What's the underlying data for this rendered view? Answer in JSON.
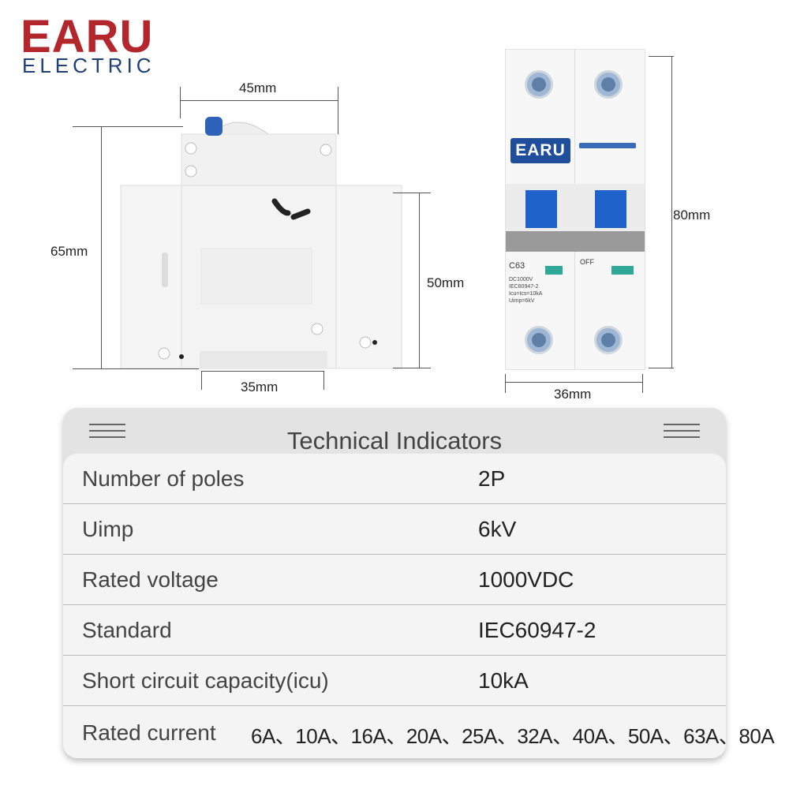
{
  "brand": {
    "name": "EARU",
    "tagline": "ELECTRIC"
  },
  "dimensions": {
    "width_top": "45mm",
    "height_left": "65mm",
    "height_mid": "50mm",
    "rail_width": "35mm",
    "front_height": "80mm",
    "front_width": "36mm"
  },
  "device_label": {
    "brand": "EARU",
    "model": "C63",
    "voltage": "DC1000V",
    "standard": "IEC60947-2",
    "capacity": "Icu=Ics=10kA",
    "uimp": "Uimp=6kV",
    "off": "OFF"
  },
  "table": {
    "title": "Technical Indicators",
    "rows": [
      {
        "label": "Number of poles",
        "value": "2P"
      },
      {
        "label": "Uimp",
        "value": "6kV"
      },
      {
        "label": "Rated voltage",
        "value": "1000VDC"
      },
      {
        "label": "Standard",
        "value": "IEC60947-2"
      },
      {
        "label": "Short circuit capacity(icu)",
        "value": "10kA"
      },
      {
        "label": "Rated current",
        "value": "6A、10A、16A、20A、25A、32A、40A、50A、63A、80A"
      }
    ]
  }
}
